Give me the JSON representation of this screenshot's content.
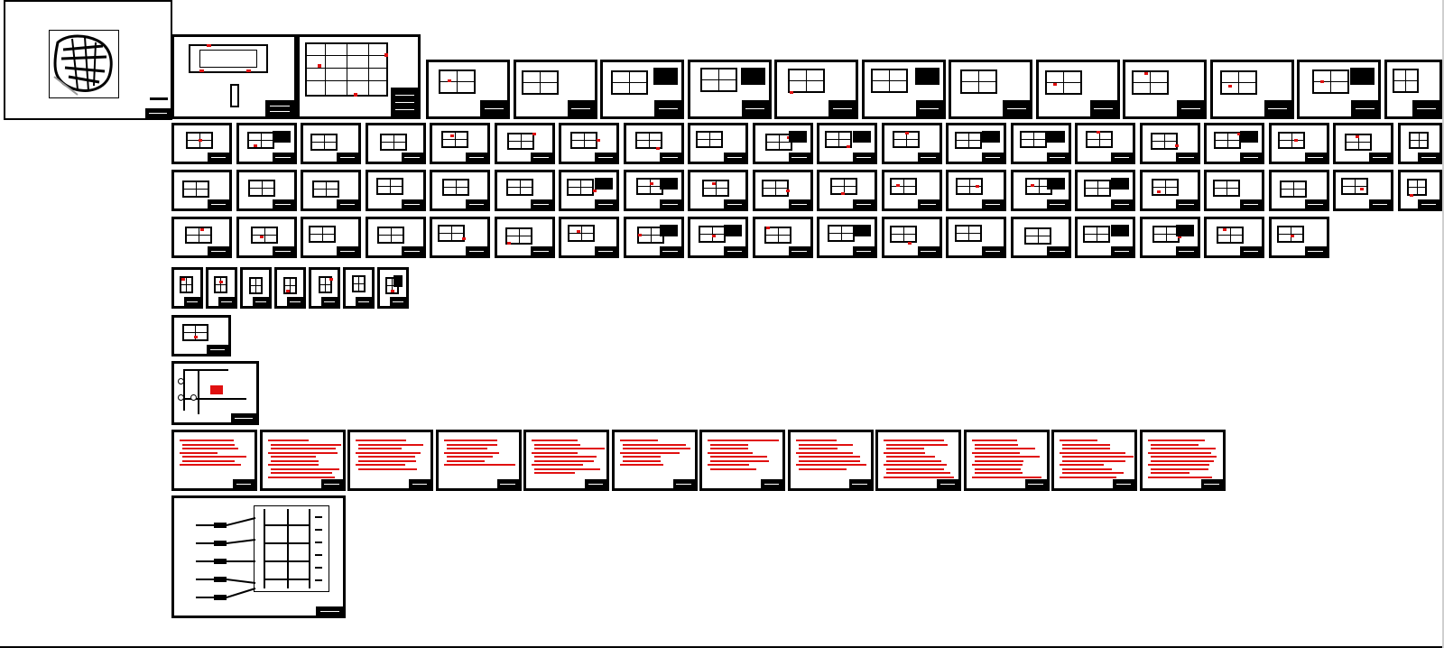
{
  "canvas": {
    "background": "#ffffff",
    "ink": "#000000",
    "markup": "#e01010"
  },
  "rows": [
    {
      "id": "row-plans-large",
      "sheet_count": 14
    },
    {
      "id": "row-details-1",
      "sheet_count": 20
    },
    {
      "id": "row-details-2",
      "sheet_count": 20
    },
    {
      "id": "row-details-3",
      "sheet_count": 18
    },
    {
      "id": "row-small",
      "sheet_count": 7
    },
    {
      "id": "row-single-a",
      "sheet_count": 1
    },
    {
      "id": "row-single-b",
      "sheet_count": 1
    },
    {
      "id": "row-notes",
      "sheet_count": 12
    },
    {
      "id": "row-schematic",
      "sheet_count": 1
    }
  ]
}
